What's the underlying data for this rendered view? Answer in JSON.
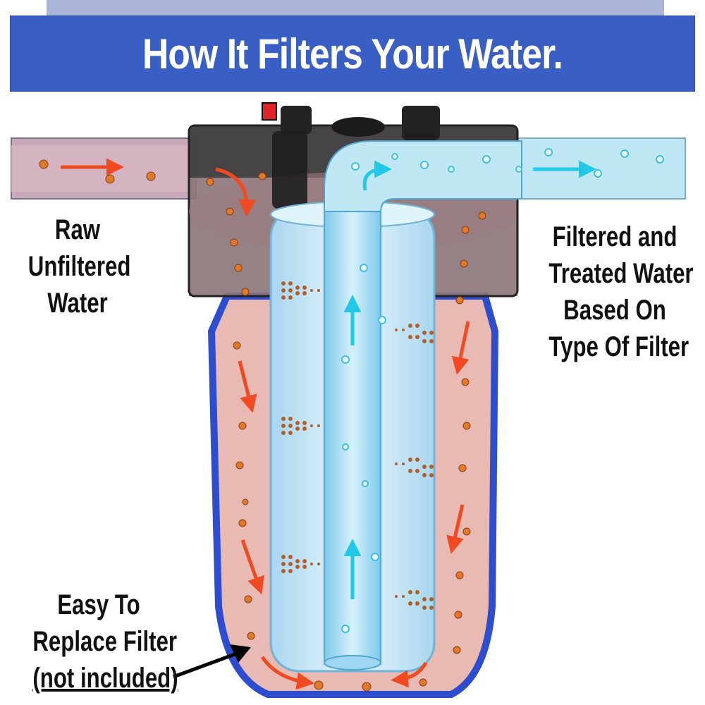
{
  "title": "How It Filters Your Water.",
  "labels": {
    "raw": [
      "Raw",
      "Unfiltered",
      "Water"
    ],
    "filtered": [
      "Filtered and",
      "Treated Water",
      "Based On",
      "Type Of Filter"
    ],
    "replace": [
      "Easy To",
      "Replace Filter",
      "(not included)"
    ]
  },
  "colors": {
    "banner": "#3a5fc4",
    "dirty_water": "#e8b7b0",
    "clean_water": "#bfe8f4",
    "housing_cap": "#2b2b2b",
    "flow_arrow_dirty": "#f04a23",
    "flow_arrow_clean": "#22c8e8",
    "particle": "#e07a2a"
  }
}
